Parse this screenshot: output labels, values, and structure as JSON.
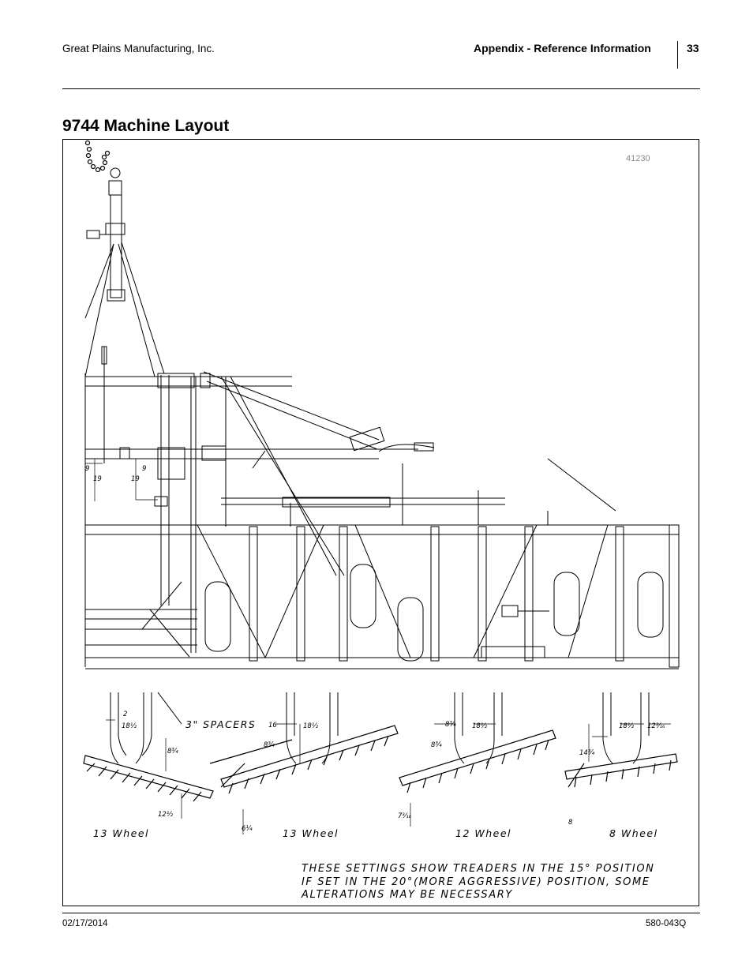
{
  "header": {
    "company": "Great Plains Manufacturing, Inc.",
    "section": "Appendix - Reference Information",
    "page_number": "33"
  },
  "page_title": "9744 Machine Layout",
  "figure": {
    "figure_number": "41230",
    "spacer_label": "3\" SPACERS",
    "wheel_labels": [
      "13 Wheel",
      "13 Wheel",
      "12 Wheel",
      "8 Wheel"
    ],
    "note_lines": [
      "THESE SETTINGS SHOW TREADERS IN THE 15° POSITION",
      "IF SET IN THE 20°(MORE AGGRESSIVE) POSITION, SOME",
      "ALTERATIONS MAY BE NECESSARY"
    ],
    "dimensions": {
      "d9a": "9",
      "d19a": "19",
      "d9b": "9",
      "d19b": "19",
      "d2": "2",
      "d18a": "18½",
      "d8a": "8¾",
      "d12a": "12½",
      "d6": "6¼",
      "d16": "16",
      "d18b": "18½",
      "d8b": "8¾",
      "d7": "7³⁄₁₆",
      "d8c": "8¾",
      "d18c": "18½",
      "d8d": "8¾",
      "d14": "14¾",
      "d18d": "18½",
      "d12b": "12³⁄₁₆",
      "d8e": "8"
    }
  },
  "footer": {
    "date": "02/17/2014",
    "doc_number": "580-043Q"
  }
}
